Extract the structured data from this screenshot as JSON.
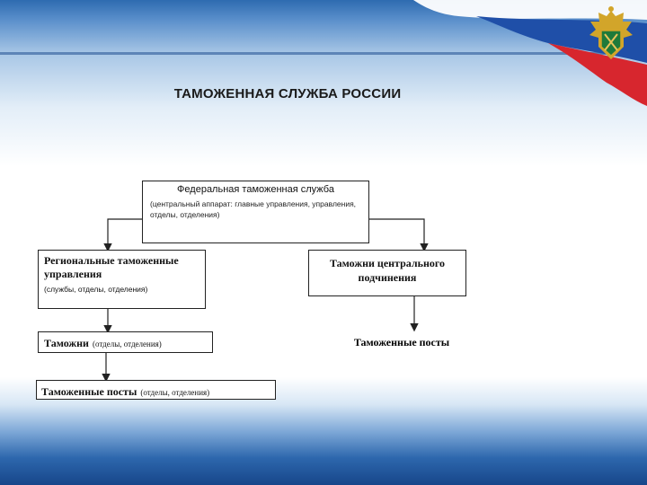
{
  "title": "ТАМОЖЕННАЯ СЛУЖБА РОССИИ",
  "nodes": {
    "federal": {
      "heading": "Федеральная таможенная служба",
      "subtext": "(центральный аппарат: главные управления, управления, отделы, отделения)"
    },
    "regional": {
      "heading": "Региональные таможенные управления",
      "subtext": "(службы, отделы, отделения)"
    },
    "central_customs": {
      "heading": "Таможни центрального подчинения"
    },
    "customs": {
      "heading": "Таможни",
      "subtext": "(отделы, отделения)"
    },
    "posts": {
      "heading": "Таможенные посты",
      "subtext": "(отделы, отделения)"
    },
    "central_posts": {
      "heading": "Таможенные посты"
    }
  },
  "edges": [
    {
      "from": "federal",
      "to": "regional"
    },
    {
      "from": "federal",
      "to": "central_customs"
    },
    {
      "from": "regional",
      "to": "customs"
    },
    {
      "from": "customs",
      "to": "posts"
    },
    {
      "from": "central_customs",
      "to": "central_posts"
    }
  ],
  "colors": {
    "flag_white": "#ffffff",
    "flag_blue": "#1f4fa8",
    "flag_red": "#d7262e",
    "emblem_green": "#1f7a3a",
    "emblem_gold": "#d2a52a"
  }
}
